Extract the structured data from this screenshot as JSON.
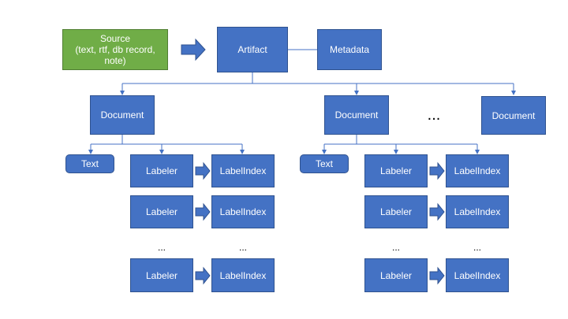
{
  "source_label": "Source\n(text, rtf, db record,\nnote)",
  "artifact_label": "Artifact",
  "metadata_label": "Metadata",
  "document_label": "Document",
  "text_label": "Text",
  "labeler_label": "Labeler",
  "labelindex_label": "LabelIndex",
  "ellipsis": "...",
  "colors": {
    "box_fill": "#4472c4",
    "box_border": "#2f528f",
    "source_fill": "#70ad47",
    "source_border": "#507e32",
    "connector": "#4472c4"
  }
}
